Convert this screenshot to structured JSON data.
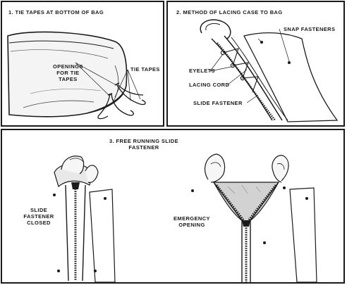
{
  "panels": [
    {
      "title": "1. TIE TAPES AT BOTTOM OF BAG",
      "callouts": {
        "openings": [
          "OPENINGS",
          "FOR TIE",
          "TAPES"
        ],
        "tie_tapes": "TIE TAPES"
      }
    },
    {
      "title": "2. METHOD OF LACING CASE TO BAG",
      "callouts": {
        "snap_fasteners": "SNAP FASTENERS",
        "eyelets": "EYELETS",
        "lacing_cord": "LACING CORD",
        "slide_fastener": "SLIDE FASTENER"
      }
    },
    {
      "title_lines": [
        "3. FREE RUNNING SLIDE",
        "FASTENER"
      ],
      "callouts": {
        "closed": [
          "SLIDE",
          "FASTENER",
          "CLOSED"
        ],
        "emergency": [
          "EMERGENCY",
          "OPENING"
        ]
      }
    }
  ]
}
